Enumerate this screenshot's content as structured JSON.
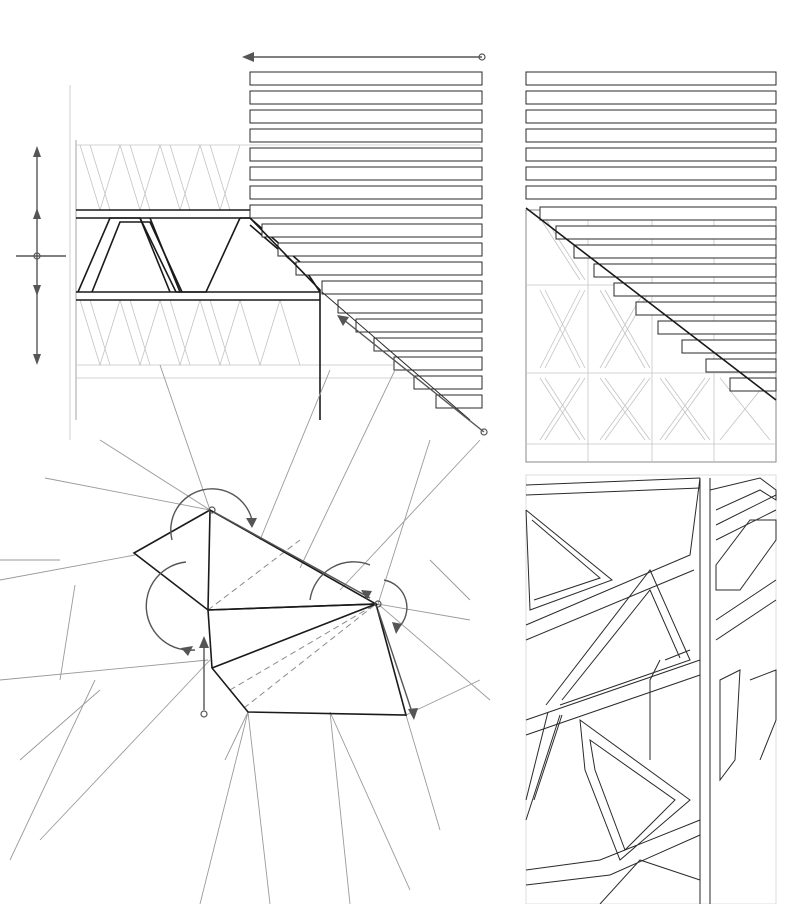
{
  "colors": {
    "background": "#ffffff",
    "line_dark": "#1a1a1a",
    "line_light": "#c4c4c4",
    "arrow": "#555555"
  },
  "panels": [
    {
      "id": "truss-elevation"
    },
    {
      "id": "panel-cladding-elevation"
    },
    {
      "id": "folded-plate-rotation-diagram"
    },
    {
      "id": "fractured-frame-pattern"
    }
  ]
}
